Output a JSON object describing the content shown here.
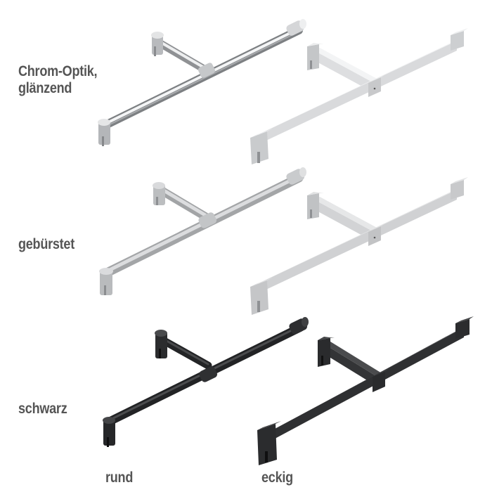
{
  "rows": [
    {
      "id": "chrom",
      "label_line1": "Chrom-Optik,",
      "label_line2": "glänzend",
      "color": "#c9cacc",
      "highlight": "#f2f3f4",
      "shade": "#8e9093"
    },
    {
      "id": "gebuerstet",
      "label": "gebürstet",
      "color": "#cfd0d2",
      "highlight": "#e6e7e8",
      "shade": "#9fa1a3"
    },
    {
      "id": "schwarz",
      "label": "schwarz",
      "color": "#3a3b3d",
      "highlight": "#58595b",
      "shade": "#1f2022"
    }
  ],
  "columns": [
    {
      "id": "rund",
      "label": "rund"
    },
    {
      "id": "eckig",
      "label": "eckig"
    }
  ],
  "products": [
    {
      "row": "chrom",
      "shape": "rund",
      "name": "T-stabilizer round chrome"
    },
    {
      "row": "chrom",
      "shape": "eckig",
      "name": "T-stabilizer square chrome"
    },
    {
      "row": "gebuerstet",
      "shape": "rund",
      "name": "T-stabilizer round brushed"
    },
    {
      "row": "gebuerstet",
      "shape": "eckig",
      "name": "T-stabilizer square brushed"
    },
    {
      "row": "schwarz",
      "shape": "rund",
      "name": "T-stabilizer round black"
    },
    {
      "row": "schwarz",
      "shape": "eckig",
      "name": "T-stabilizer square black"
    }
  ]
}
